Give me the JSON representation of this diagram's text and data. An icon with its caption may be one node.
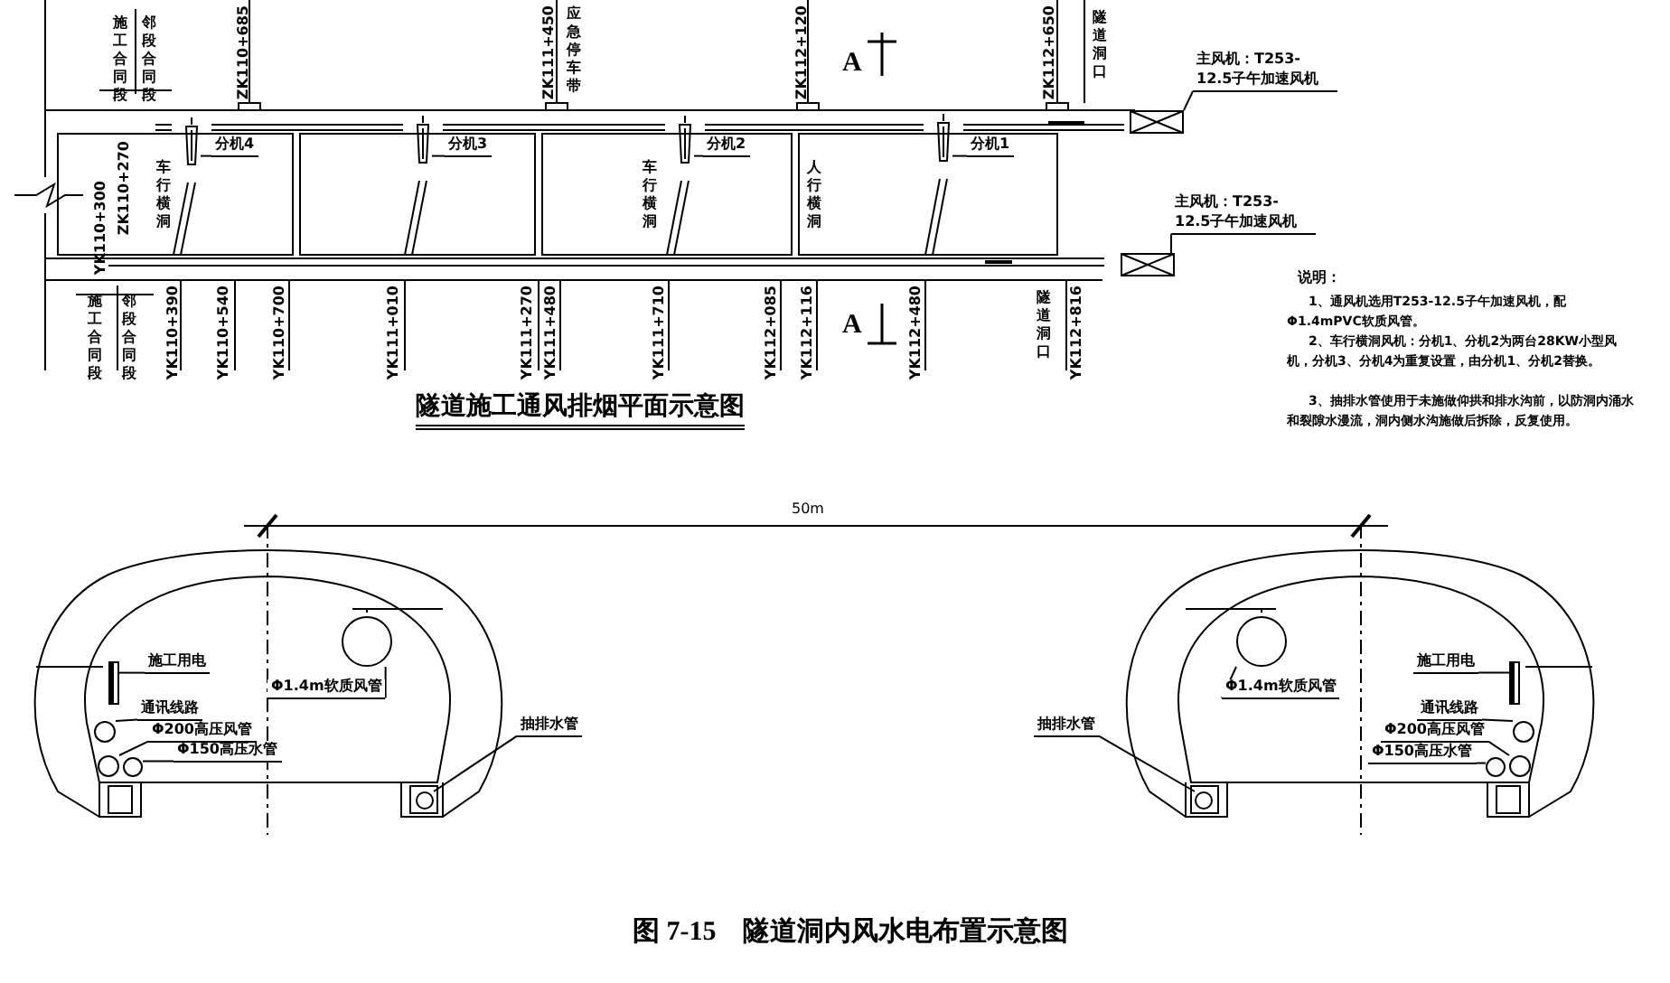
{
  "diagram": {
    "title": "隧道施工通风排烟平面示意图",
    "caption": "图 7-15　隧道洞内风水电布置示意图",
    "nodes": [
      {
        "text": [
          "分机4"
        ]
      },
      {
        "text": [],
        "shape": "box"
      },
      {
        "text": [
          "分机3"
        ]
      },
      {
        "text": [],
        "shape": "box"
      },
      {
        "text": [
          "分机2"
        ]
      },
      {
        "text": [],
        "shape": "box"
      },
      {
        "text": [
          "分机1"
        ]
      },
      {
        "text": [],
        "shape": "box"
      },
      {
        "text": [
          "主风机：T253-12.5子午加速风机"
        ]
      },
      {
        "text": [],
        "shape": "box"
      },
      {
        "text": [
          "主风机：T253-12.5子午加速风机"
        ]
      },
      {
        "text": [],
        "shape": "box"
      },
      {
        "text": [
          "施工用电"
        ]
      },
      {
        "text": [],
        "shape": "box"
      },
      {
        "text": [
          "通讯线路"
        ]
      },
      {
        "text": [],
        "shape": "circle"
      },
      {
        "text": [
          "Φ200高压风管"
        ]
      },
      {
        "text": [],
        "shape": "circle"
      },
      {
        "text": [
          "Φ150高压水管"
        ]
      },
      {
        "text": [],
        "shape": "circle"
      },
      {
        "text": [
          "Φ1.4m软质风管"
        ]
      },
      {
        "text": [],
        "shape": "circle"
      },
      {
        "text": [
          "抽排水管"
        ]
      },
      {
        "text": [],
        "shape": "circle"
      },
      {
        "text": [
          "施工用电"
        ]
      },
      {
        "text": [],
        "shape": "box"
      },
      {
        "text": [
          "通讯线路"
        ]
      },
      {
        "text": [],
        "shape": "circle"
      },
      {
        "text": [
          "Φ200高压风管"
        ]
      },
      {
        "text": [],
        "shape": "circle"
      },
      {
        "text": [
          "Φ150高压水管"
        ]
      },
      {
        "text": [],
        "shape": "circle"
      },
      {
        "text": [
          "Φ1.4m软质风管"
        ]
      },
      {
        "text": [],
        "shape": "circle"
      },
      {
        "text": [
          "抽排水管"
        ]
      },
      {
        "text": [],
        "shape": "circle"
      }
    ],
    "edges": [
      {
        "from": 0,
        "to": 1,
        "arrow": "none"
      },
      {
        "from": 2,
        "to": 3,
        "arrow": "none"
      },
      {
        "from": 4,
        "to": 5,
        "arrow": "none"
      },
      {
        "from": 6,
        "to": 7,
        "arrow": "none"
      },
      {
        "from": 8,
        "to": 9,
        "arrow": "none"
      },
      {
        "from": 10,
        "to": 11,
        "arrow": "none"
      },
      {
        "from": 12,
        "to": 13,
        "arrow": "none"
      },
      {
        "from": 14,
        "to": 15,
        "arrow": "none"
      },
      {
        "from": 16,
        "to": 17,
        "arrow": "none"
      },
      {
        "from": 18,
        "to": 19,
        "arrow": "none"
      },
      {
        "from": 20,
        "to": 21,
        "arrow": "none"
      },
      {
        "from": 22,
        "to": 23,
        "arrow": "none"
      },
      {
        "from": 24,
        "to": 25,
        "arrow": "none"
      },
      {
        "from": 26,
        "to": 27,
        "arrow": "none"
      },
      {
        "from": 28,
        "to": 29,
        "arrow": "none"
      },
      {
        "from": 30,
        "to": 31,
        "arrow": "none"
      },
      {
        "from": 32,
        "to": 33,
        "arrow": "none"
      },
      {
        "from": 34,
        "to": 35,
        "arrow": "none"
      }
    ],
    "labels": [
      "施工合同段",
      "邻段合同段",
      "ZK110+685",
      "ZK111+450",
      "应急停车带",
      "ZK112+120",
      "A",
      "ZK112+650",
      "隧道洞口",
      "ZK110+270",
      "YK110+300",
      "车行横洞",
      "车行横洞",
      "人行横洞",
      "施工合同段",
      "邻段合同段",
      "YK110+390",
      "YK110+540",
      "YK110+700",
      "YK111+010",
      "YK111+270",
      "YK111+480",
      "YK111+710",
      "YK112+085",
      "YK112+116",
      "A",
      "YK112+480",
      "隧道洞口",
      "YK112+816",
      "50m",
      "说明：",
      "1、通风机选用T253-12.5子午加速风机，配Φ1.4mPVC软质风管。",
      "2、车行横洞风机：分机1、分机2为两台28KW小型风机，分机3、分机4为重复设置，由分机1、分机2替换。",
      "3、抽排水管使用于未施做仰拱和排水沟前，以防洞内涌水和裂隙水漫流，洞内侧水沟施做后拆除，反复使用。"
    ]
  }
}
